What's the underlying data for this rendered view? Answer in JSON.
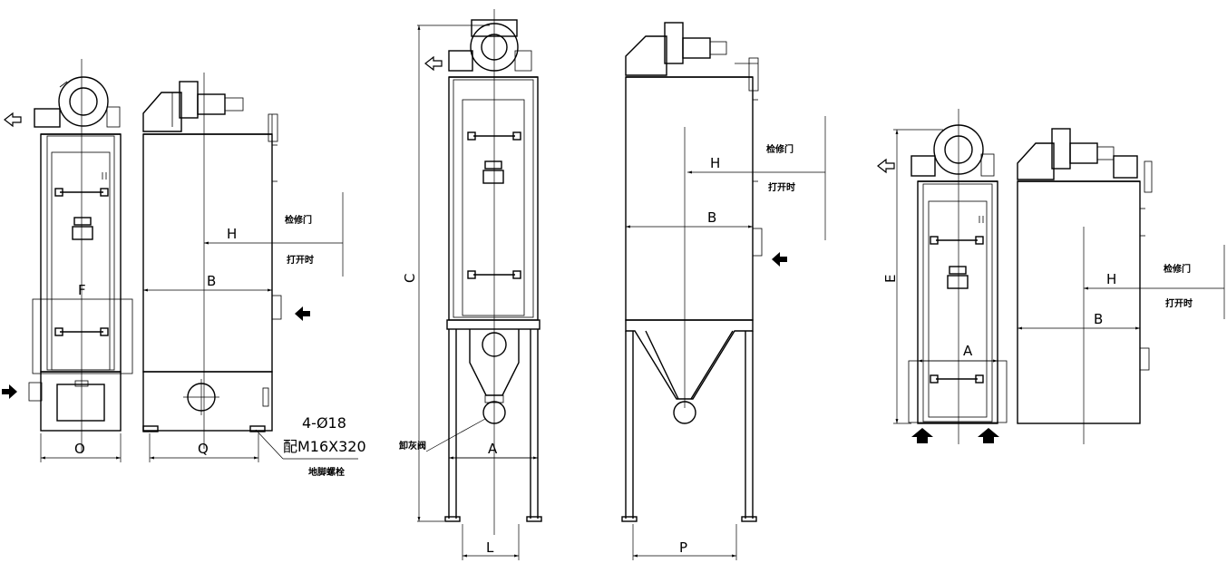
{
  "diagram": {
    "view1": {
      "dim_H": "H",
      "dim_B": "B",
      "dim_F": "F",
      "dim_O": "O",
      "dim_Q": "Q",
      "note_door": "检修门",
      "note_open": "打开时",
      "bolt_spec": "4-Ø18",
      "bolt_size": "配M16X320",
      "bolt_note": "地脚螺栓"
    },
    "view2": {
      "dim_C": "C",
      "dim_A": "A",
      "dim_L": "L",
      "valve_label": "卸灰阀"
    },
    "view3": {
      "dim_H": "H",
      "dim_B": "B",
      "dim_P": "P",
      "note_door": "检修门",
      "note_open": "打开时"
    },
    "view4": {
      "dim_E": "E",
      "dim_A": "A",
      "dim_H": "H",
      "dim_B": "B",
      "note_door": "检修门",
      "note_open": "打开时"
    }
  },
  "icons": {
    "outlet": "hollow-arrow-left-icon",
    "inlet": "solid-arrow-icon"
  }
}
